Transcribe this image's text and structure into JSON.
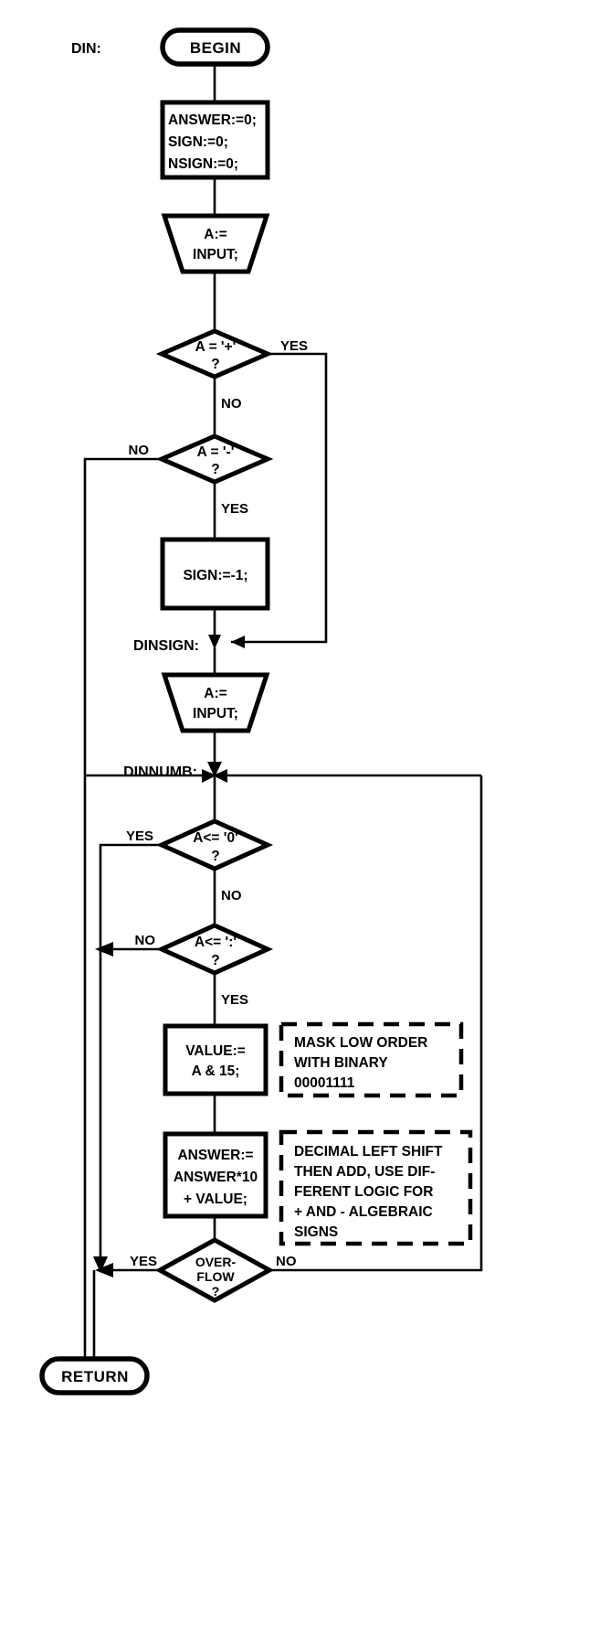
{
  "diagram": {
    "title_visible": false,
    "type": "flowchart",
    "colors": {
      "background": "#ffffff",
      "stroke": "#000000",
      "text": "#000000"
    },
    "entry_label": "DIN:",
    "labels": {
      "din": "DIN:",
      "dinsign": "DINSIGN:",
      "dinnumb": "DINNUMB:"
    },
    "terminals": {
      "begin": "BEGIN",
      "return": "RETURN"
    },
    "process_init": {
      "line1": "ANSWER:=0;",
      "line2": "SIGN:=0;",
      "line3": "NSIGN:=0;"
    },
    "io_first": {
      "line1": "A:=",
      "line2": "INPUT;"
    },
    "io_second": {
      "line1": "A:=",
      "line2": "INPUT;"
    },
    "decision_plus": {
      "line1": "A = '+'",
      "line2": "?",
      "yes": "YES",
      "no": "NO"
    },
    "decision_minus": {
      "line1": "A = '-'",
      "line2": "?",
      "yes": "YES",
      "no": "NO"
    },
    "process_sign": {
      "line1": "SIGN:=-1;"
    },
    "decision_zero": {
      "line1": "A<= '0'",
      "line2": "?",
      "yes": "YES",
      "no": "NO"
    },
    "decision_colon": {
      "line1": "A<= ':'",
      "line2": "?",
      "yes": "YES",
      "no": "NO"
    },
    "process_value": {
      "line1": "VALUE:=",
      "line2": "A & 15;"
    },
    "process_answer": {
      "line1": "ANSWER:=",
      "line2": "ANSWER*10",
      "line3": "+ VALUE;"
    },
    "decision_overflow": {
      "line1": "OVER-",
      "line2": "FLOW",
      "line3": "?",
      "yes": "YES",
      "no": "NO"
    },
    "comment_mask": {
      "line1": "MASK LOW ORDER",
      "line2": "WITH BINARY",
      "line3": "00001111"
    },
    "comment_decimal": {
      "line1": "DECIMAL LEFT SHIFT",
      "line2": "THEN ADD, USE DIF-",
      "line3": "FERENT LOGIC FOR",
      "line4": "+ AND - ALGEBRAIC",
      "line5": "SIGNS"
    }
  }
}
